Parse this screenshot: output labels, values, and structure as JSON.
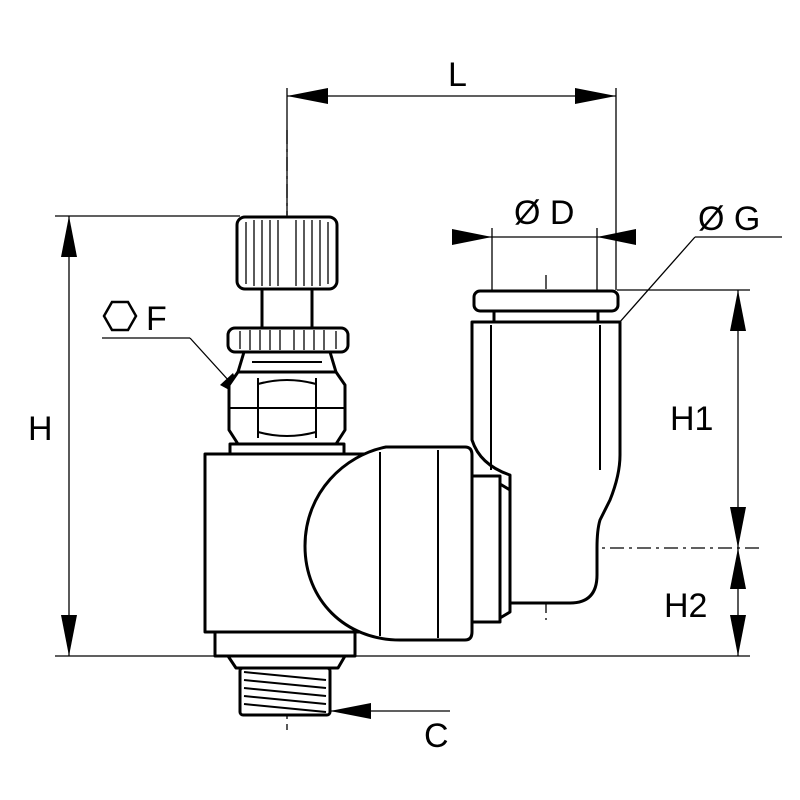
{
  "labels": {
    "L": "L",
    "D": "Ø D",
    "G": "Ø G",
    "F": "F",
    "H": "H",
    "H1": "H1",
    "H2": "H2",
    "C": "C"
  },
  "icons": {
    "hexagon": "hexagon-icon"
  },
  "colors": {
    "line": "#000000",
    "background": "#ffffff"
  }
}
